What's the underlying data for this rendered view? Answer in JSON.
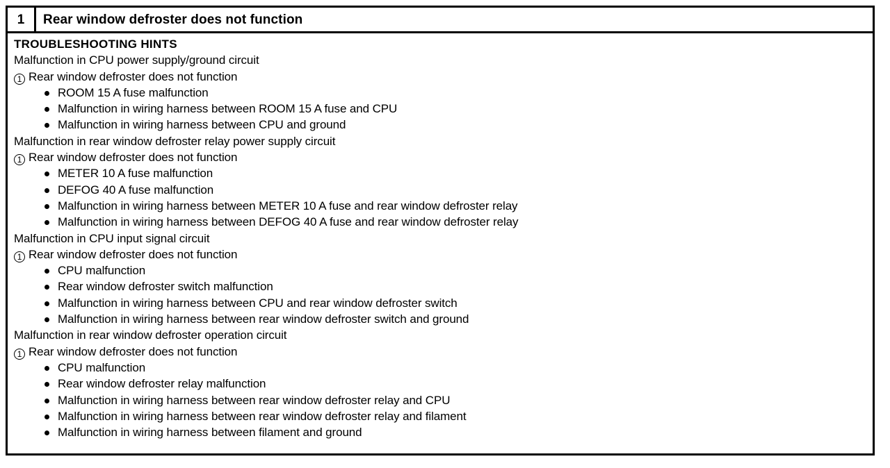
{
  "header": {
    "number": "1",
    "title": "Rear window defroster does not function"
  },
  "body": {
    "hints_heading": "TROUBLESHOOTING HINTS",
    "symptom_marker": "1",
    "sections": [
      {
        "title": "Malfunction in CPU power supply/ground circuit",
        "symptom": "Rear window defroster does not function",
        "causes": [
          "ROOM 15 A fuse malfunction",
          "Malfunction in wiring harness between ROOM 15 A fuse and CPU",
          "Malfunction in wiring harness between CPU and ground"
        ]
      },
      {
        "title": "Malfunction in rear window defroster relay power supply circuit",
        "symptom": "Rear window defroster does not function",
        "causes": [
          "METER 10 A fuse malfunction",
          "DEFOG 40 A fuse malfunction",
          "Malfunction in wiring harness between METER 10 A fuse and rear window defroster relay",
          "Malfunction in wiring harness between DEFOG 40 A fuse and rear window defroster relay"
        ]
      },
      {
        "title": "Malfunction in CPU input signal circuit",
        "symptom": "Rear window defroster does not function",
        "causes": [
          "CPU malfunction",
          "Rear window defroster switch malfunction",
          "Malfunction in wiring harness between CPU and rear window defroster switch",
          "Malfunction in wiring harness between rear window defroster switch and ground"
        ]
      },
      {
        "title": "Malfunction in rear window defroster operation circuit",
        "symptom": "Rear window defroster does not function",
        "causes": [
          "CPU malfunction",
          "Rear window defroster relay malfunction",
          "Malfunction in wiring harness between rear window defroster relay and CPU",
          "Malfunction in wiring harness between rear window defroster relay and filament",
          "Malfunction in wiring harness between filament and ground"
        ]
      }
    ]
  },
  "colors": {
    "ink": "#000000",
    "paper": "#ffffff"
  }
}
